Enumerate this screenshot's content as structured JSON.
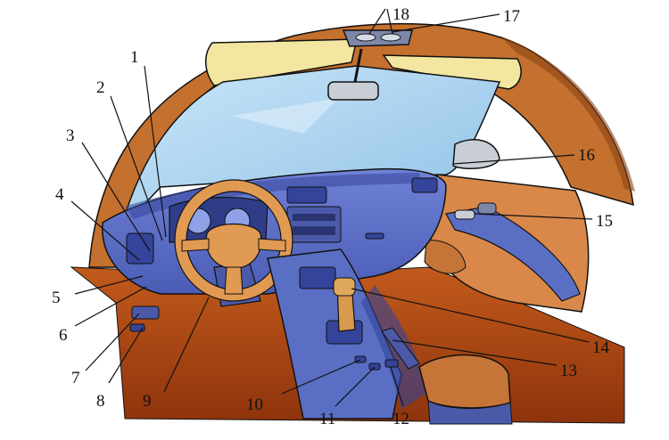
{
  "diagram": {
    "subject": "car-interior-illustration",
    "callouts": [
      {
        "id": "c1",
        "text": "1"
      },
      {
        "id": "c2",
        "text": "2"
      },
      {
        "id": "c3",
        "text": "3"
      },
      {
        "id": "c4",
        "text": "4"
      },
      {
        "id": "c5",
        "text": "5"
      },
      {
        "id": "c6",
        "text": "6"
      },
      {
        "id": "c7",
        "text": "7"
      },
      {
        "id": "c8",
        "text": "8"
      },
      {
        "id": "c9",
        "text": "9"
      },
      {
        "id": "c10",
        "text": "10"
      },
      {
        "id": "c11",
        "text": "11"
      },
      {
        "id": "c12",
        "text": "12"
      },
      {
        "id": "c13",
        "text": "13"
      },
      {
        "id": "c14",
        "text": "14"
      },
      {
        "id": "c15",
        "text": "15"
      },
      {
        "id": "c16",
        "text": "16"
      },
      {
        "id": "c17",
        "text": "17"
      },
      {
        "id": "c18",
        "text": "18"
      }
    ],
    "colors": {
      "roof_frame": "#c4702e",
      "roof_frame_dark": "#8a4216",
      "sun_visor": "#f2e6a0",
      "windshield": "#a9d3f0",
      "dashboard": "#5a6fc4",
      "dashboard_dark": "#34449a",
      "floor": "#b24a14",
      "door_panel": "#d9884a",
      "steering_wheel": "#e09a52",
      "mirror": "#c9cdd6",
      "line": "#111111"
    }
  }
}
